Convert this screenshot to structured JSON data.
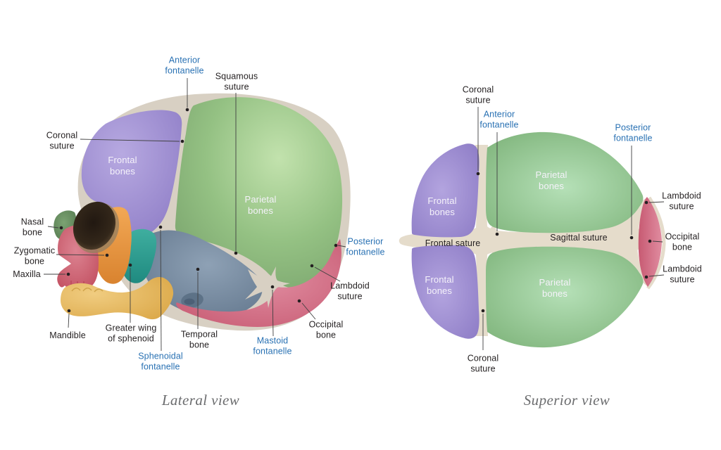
{
  "lateral": {
    "title": "Lateral view",
    "labels": {
      "anterior_fontanelle": "Anterior\nfontanelle",
      "squamous_suture": "Squamous\nsuture",
      "coronal_suture": "Coronal\nsuture",
      "frontal_bones": "Frontal\nbones",
      "parietal_bones": "Parietal\nbones",
      "nasal_bone": "Nasal\nbone",
      "zygomatic_bone": "Zygomatic\nbone",
      "maxilla": "Maxilla",
      "mandible": "Mandible",
      "greater_wing_of_sphenoid": "Greater wing\nof sphenoid",
      "temporal_bone": "Temporal\nbone",
      "sphenoidal_fontanelle": "Sphenoidal\nfontanelle",
      "mastoid_fontanelle": "Mastoid\nfontanelle",
      "posterior_fontanelle": "Posterior\nfontanelle",
      "lambdoid_suture": "Lambdoid\nsuture",
      "occipital_bone": "Occipital\nbone"
    }
  },
  "superior": {
    "title": "Superior view",
    "labels": {
      "coronal_suture_top": "Coronal\nsuture",
      "anterior_fontanelle": "Anterior\nfontanelle",
      "posterior_fontanelle": "Posterior\nfontanelle",
      "parietal_bones_upper": "Parietal\nbones",
      "frontal_bones_upper": "Frontal\nbones",
      "frontal_sature": "Frontal sature",
      "sagittal_suture": "Sagittal suture",
      "lambdoid_suture_upper": "Lambdoid\nsuture",
      "occipital_bone": "Occipital\nbone",
      "lambdoid_suture_lower": "Lambdoid\nsuture",
      "frontal_bones_lower": "Frontal\nbones",
      "parietal_bones_lower": "Parietal\nbones",
      "coronal_suture_bottom": "Coronal\nsuture"
    }
  },
  "palette": {
    "frontal_bone_purple": "#9a87cf",
    "parietal_bone_green": "#8cba7e",
    "temporal_bone_blue_gray": "#6f8499",
    "occipital_bone_pink": "#cf647e",
    "sphenoid_wing_teal": "#2a968c",
    "zygomatic_bone_orange": "#e5923f",
    "maxilla_red": "#ca5767",
    "mandible_yellow": "#e5b858",
    "nasal_bone_green": "#69935f",
    "suture_cartilage_cream": "#d8d0c3",
    "suture_cartilage_cream_superior": "#e5dccb",
    "fontanelle_label_blue": "#2971b3",
    "label_dark": "#231f20",
    "view_title_gray": "#6b6c6e",
    "background": "#ffffff"
  }
}
